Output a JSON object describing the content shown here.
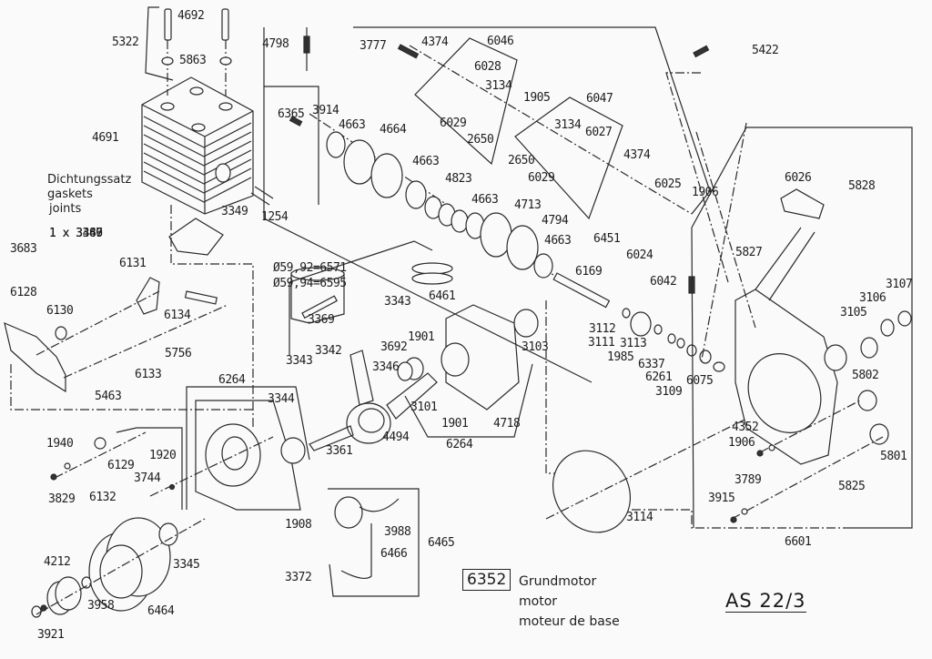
{
  "title_block": {
    "model": "AS 22/3",
    "assembly_number": "6352",
    "assembly_name_de": "Grundmotor",
    "assembly_name_en": "motor",
    "assembly_name_fr": "moteur de base"
  },
  "gasket_kit": {
    "label_de": "Dichtungssatz",
    "label_en": "gaskets",
    "label_fr": "joints",
    "number": "3683",
    "contents": [
      "1 x 3349",
      "1 x 3366",
      "1 x 3487"
    ]
  },
  "piston_sizes": [
    "Ø59,92=6571",
    "Ø59,94=6595"
  ],
  "parts": {
    "p4692": "4692",
    "p5322": "5322",
    "p5863": "5863",
    "p4691": "4691",
    "p1254": "1254",
    "p3349": "3349",
    "p4798": "4798",
    "p3777": "3777",
    "p4374a": "4374",
    "p6046": "6046",
    "p6028": "6028",
    "p3134a": "3134",
    "p6029a": "6029",
    "p2650a": "2650",
    "p1905": "1905",
    "p6047": "6047",
    "p3134b": "3134",
    "p6027": "6027",
    "p2650b": "2650",
    "p6029b": "6029",
    "p4374b": "4374",
    "p6025": "6025",
    "p1906a": "1906",
    "p6451": "6451",
    "p6024": "6024",
    "p6042": "6042",
    "p5422": "5422",
    "p6026": "6026",
    "p5828": "5828",
    "p5827": "5827",
    "p3107": "3107",
    "p3106": "3106",
    "p3105": "3105",
    "p6365": "6365",
    "p3914": "3914",
    "p4663a": "4663",
    "p4664": "4664",
    "p4663b": "4663",
    "p4823": "4823",
    "p4663c": "4663",
    "p4713": "4713",
    "p4794": "4794",
    "p4663d": "4663",
    "p6169": "6169",
    "p3112": "3112",
    "p3111": "3111",
    "p3113": "3113",
    "p1985": "1985",
    "p6337": "6337",
    "p6261": "6261",
    "p3109": "3109",
    "p6075": "6075",
    "p5802": "5802",
    "p4352": "4352",
    "p1906b": "1906",
    "p5801": "5801",
    "p5825": "5825",
    "p3789": "3789",
    "p3915": "3915",
    "p6601": "6601",
    "p6131": "6131",
    "p6128": "6128",
    "p6130": "6130",
    "p6134": "6134",
    "p5756": "5756",
    "p6133": "6133",
    "p5463": "5463",
    "p6461": "6461",
    "p3343a": "3343",
    "p3369": "3369",
    "p3342": "3342",
    "p3343b": "3343",
    "p1901a": "1901",
    "p3692": "3692",
    "p3346": "3346",
    "p3103": "3103",
    "p3101": "3101",
    "p1901b": "1901",
    "p4718": "4718",
    "p6264a": "6264",
    "p4494": "4494",
    "p3361": "3361",
    "p6264b": "6264",
    "p3344": "3344",
    "p1940": "1940",
    "p6129": "6129",
    "p3829": "3829",
    "p6132": "6132",
    "p1920": "1920",
    "p3744": "3744",
    "p1908": "1908",
    "p3372": "3372",
    "p3988": "3988",
    "p6466": "6466",
    "p6465": "6465",
    "p3345": "3345",
    "p4212": "4212",
    "p3958": "3958",
    "p6464": "6464",
    "p3921": "3921",
    "p3114": "3114"
  }
}
